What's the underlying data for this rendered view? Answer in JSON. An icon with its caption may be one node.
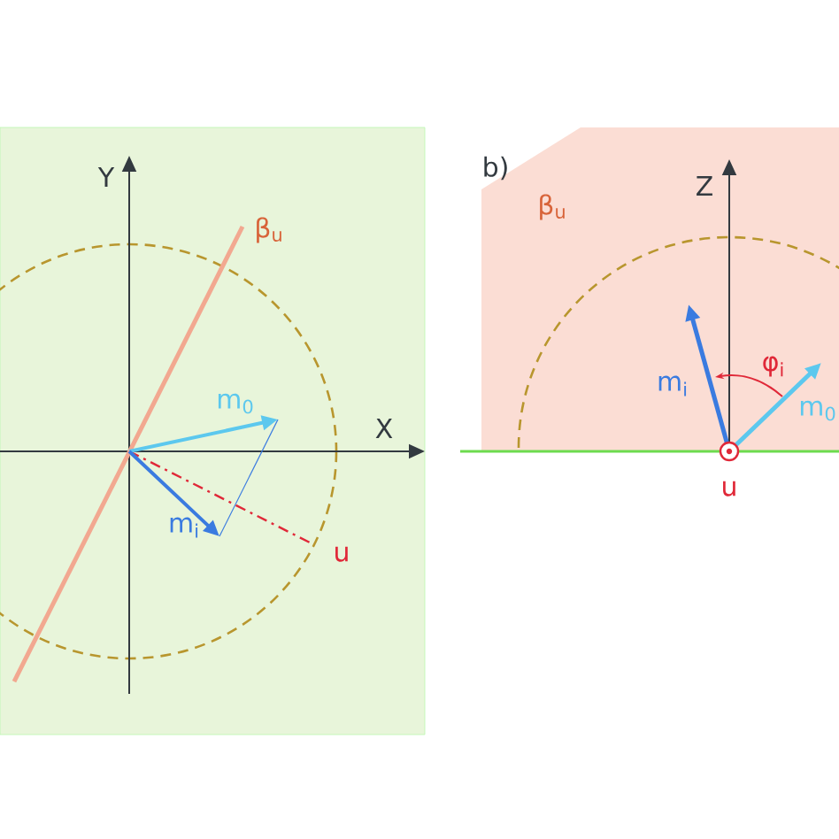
{
  "diagram": {
    "labels": [
      "Y",
      "X",
      "β$_{u}$",
      "m$_{0}$",
      "m$_{i}$",
      "u",
      "b)",
      "β$_{u}$",
      "Z",
      "m$_{i}$",
      "φ$_{i}$",
      "m$_{0}$",
      "u"
    ]
  }
}
